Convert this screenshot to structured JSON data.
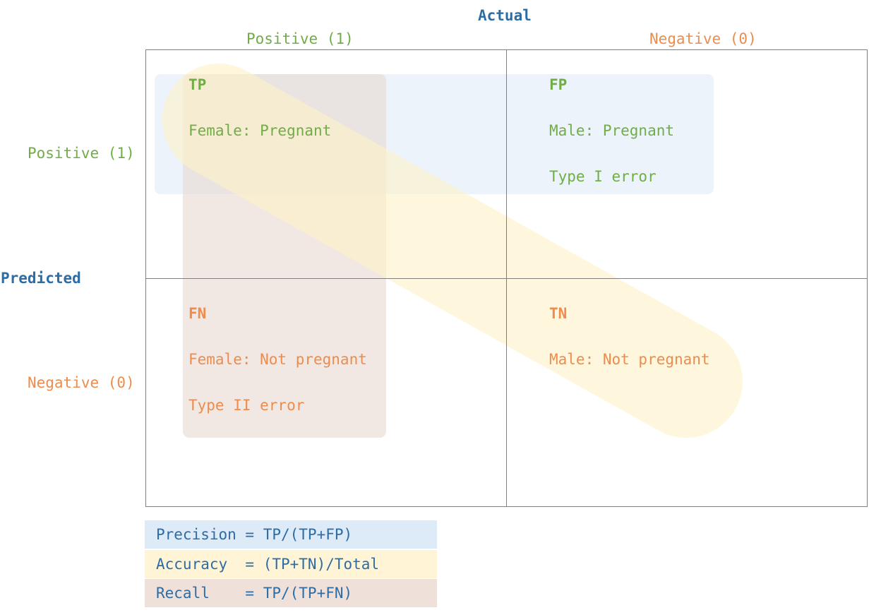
{
  "header": {
    "actual_title": "Actual",
    "predicted_title": "Predicted"
  },
  "columns": {
    "positive_label": "Positive (1)",
    "negative_label": "Negative (0)"
  },
  "rows": {
    "positive_label": "Positive (1)",
    "negative_label": "Negative (0)"
  },
  "cells": {
    "tp": {
      "title": "TP",
      "text": "Female: Pregnant"
    },
    "fp": {
      "title": "FP",
      "text": "Male: Pregnant",
      "error": "Type I error"
    },
    "fn": {
      "title": "FN",
      "text": "Female: Not pregnant",
      "error": "Type II error"
    },
    "tn": {
      "title": "TN",
      "text": "Male: Not pregnant"
    }
  },
  "legend": {
    "precision": "Precision = TP/(TP+FP)",
    "accuracy": "Accuracy  = (TP+TN)/Total",
    "recall": "Recall    = TP/(TP+FN)"
  },
  "colors": {
    "positive": "#71ad47",
    "negative": "#ed8c4d",
    "title": "#2e6ca4",
    "precision_fill": "#ddeaf7",
    "accuracy_fill": "#fff5d6",
    "recall_fill": "#e8d8d0",
    "grid_line": "#7f7f7f"
  }
}
